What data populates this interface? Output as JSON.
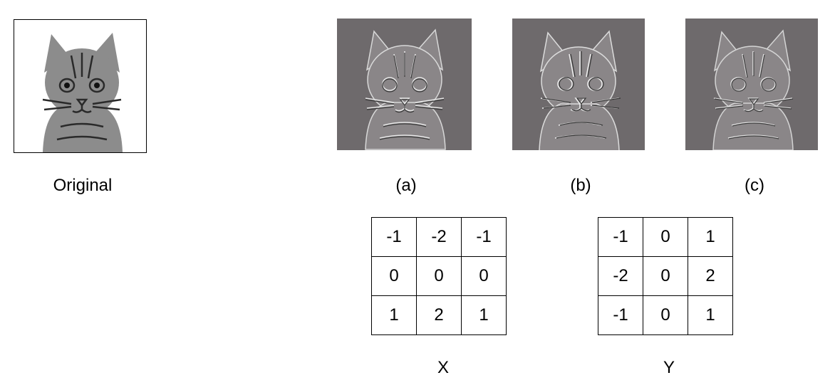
{
  "captions": {
    "original": "Original",
    "a": "(a)",
    "b": "(b)",
    "c": "(c)",
    "x": "X",
    "y": "Y"
  },
  "kernels": {
    "x": [
      [
        "-1",
        "-2",
        "-1"
      ],
      [
        "0",
        "0",
        "0"
      ],
      [
        "1",
        "2",
        "1"
      ]
    ],
    "y": [
      [
        "-1",
        "0",
        "1"
      ],
      [
        "-2",
        "0",
        "2"
      ],
      [
        "-1",
        "0",
        "1"
      ]
    ]
  },
  "colors": {
    "filtered_background": "#6e6a6c",
    "original_background": "#ffffff"
  }
}
